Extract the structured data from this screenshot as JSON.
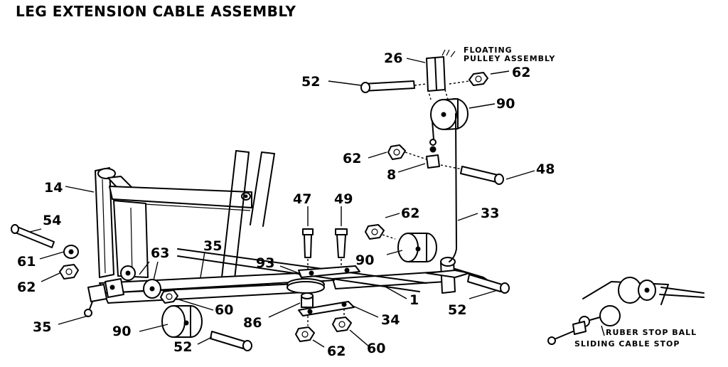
{
  "title": "LEG EXTENSION CABLE ASSEMBLY",
  "notes": {
    "floating_line1": "FLOATING",
    "floating_line2": "PULLEY ASSEMBLY",
    "ruber_stop_ball": "RUBER STOP BALL",
    "sliding_cable_stop": "SLIDING CABLE STOP"
  },
  "callouts": {
    "p26": "26",
    "p52_top": "52",
    "p62_top": "62",
    "p90_top": "90",
    "p62_mid": "62",
    "p8": "8",
    "p48": "48",
    "p14": "14",
    "p47": "47",
    "p49": "49",
    "p62_right": "62",
    "p33": "33",
    "p54": "54",
    "p35_mid": "35",
    "p93": "93",
    "p90_mid": "90",
    "p63": "63",
    "p61": "61",
    "p62_left": "62",
    "p1": "1",
    "p52_right": "52",
    "p60_mid": "60",
    "p86": "86",
    "p34": "34",
    "p35_low": "35",
    "p90_low": "90",
    "p52_low": "52",
    "p62_low": "62",
    "p60_low": "60"
  }
}
